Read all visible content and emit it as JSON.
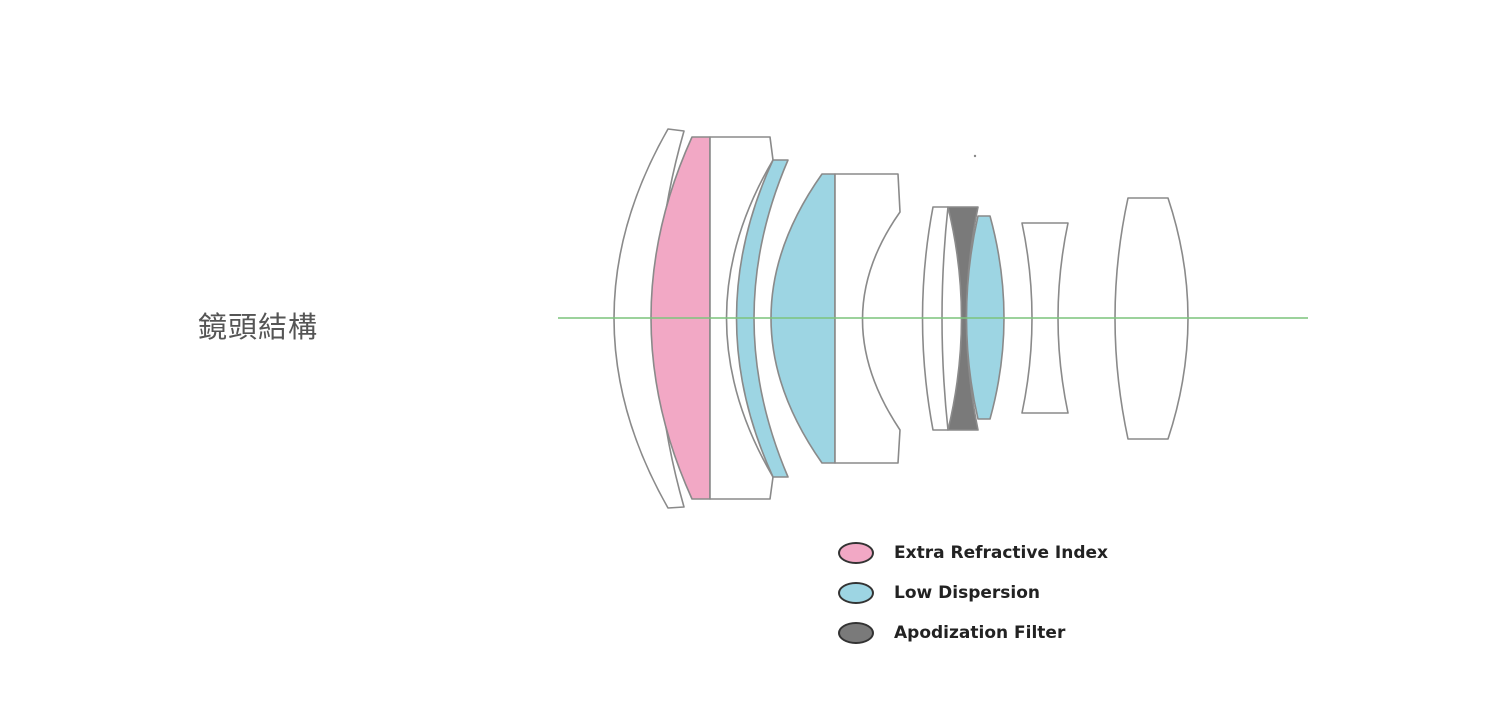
{
  "heading": "鏡頭結構",
  "legend": [
    {
      "label": "Extra Refractive Index",
      "color": "#f2a8c5",
      "icon": "pink-ellipse-swatch"
    },
    {
      "label": "Low Dispersion",
      "color": "#9dd5e3",
      "icon": "blue-ellipse-swatch"
    },
    {
      "label": "Apodization Filter",
      "color": "#7a7a7a",
      "icon": "gray-ellipse-swatch"
    }
  ],
  "colors": {
    "lens_outline": "#8a8a8a",
    "optical_axis": "#7cc47c",
    "plain_glass": "#ffffff"
  }
}
